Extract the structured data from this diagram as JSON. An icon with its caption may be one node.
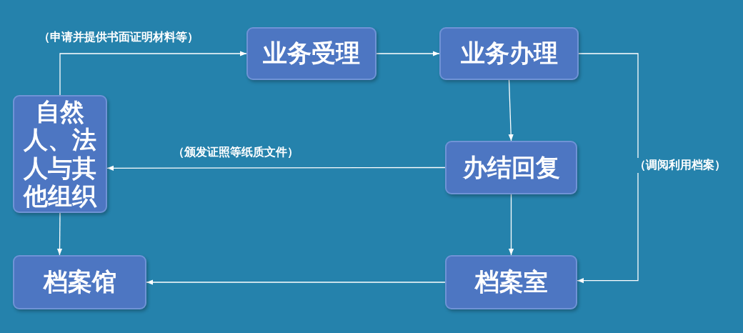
{
  "diagram": {
    "nodes": [
      {
        "text": [
          "自然人、法人与其他组织"
        ]
      },
      {
        "text": [
          "业务受理"
        ]
      },
      {
        "text": [
          "业务办理"
        ]
      },
      {
        "text": [
          "办结回复"
        ]
      },
      {
        "text": [
          "档案馆"
        ]
      },
      {
        "text": [
          "档案室"
        ]
      }
    ],
    "edges": [
      {
        "from": 0,
        "to": 1,
        "arrow": "to",
        "label": "（申请并提供书面证明材料等）"
      },
      {
        "from": 1,
        "to": 2,
        "arrow": "to"
      },
      {
        "from": 2,
        "to": 3,
        "arrow": "to"
      },
      {
        "from": 3,
        "to": 0,
        "arrow": "to",
        "label": "（颁发证照等纸质文件）"
      },
      {
        "from": 3,
        "to": 5,
        "arrow": "to"
      },
      {
        "from": 2,
        "to": 5,
        "arrow": "to",
        "label": "（调阅利用档案）"
      },
      {
        "from": 0,
        "to": 4,
        "arrow": "to"
      },
      {
        "from": 5,
        "to": 4,
        "arrow": "to"
      }
    ]
  }
}
